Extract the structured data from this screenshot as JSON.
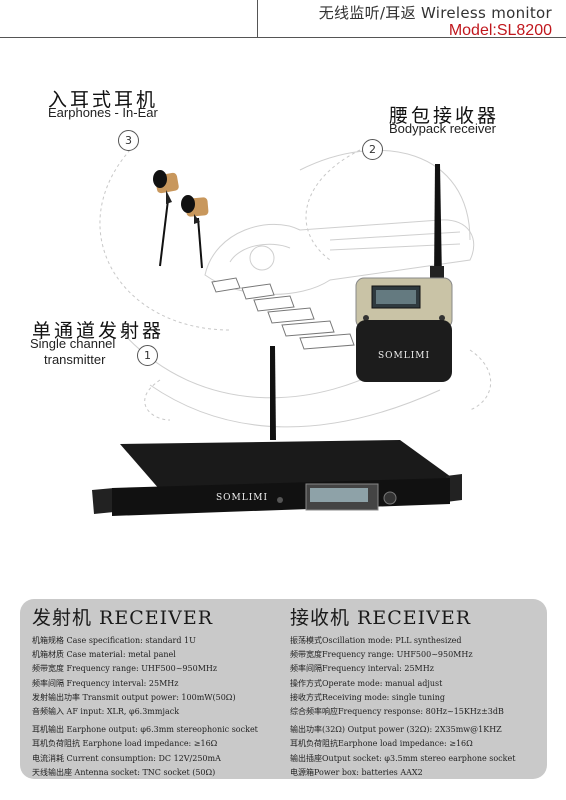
{
  "header": {
    "subtitle": "无线监听/耳返 Wireless monitor",
    "model": "Model:SL8200",
    "accent_color": "#c0171d"
  },
  "callouts": {
    "earphones": {
      "number": "3",
      "label_cn": "入耳式耳机",
      "label_en": "Earphones - In-Ear"
    },
    "bodypack": {
      "number": "2",
      "label_cn": "腰包接收器",
      "label_en": "Bodypack receiver"
    },
    "transmitter": {
      "number": "1",
      "label_cn": "单通道发射器",
      "label_en_line1": "Single channel",
      "label_en_line2": "transmitter"
    }
  },
  "products": {
    "receiver_brand": "SOMLIMI",
    "transmitter_brand": "SOMLIMI"
  },
  "specs": {
    "left_title": "发射机 RECEIVER",
    "left_lines": [
      "机箱规格 Case specification: standard 1U",
      "机箱材质 Case material: metal panel",
      "频带宽度 Frequency range: UHF500~950MHz",
      "频率间隔 Frequency interval: 25MHz",
      "发射输出功率 Transmit output power: 100mW(50Ω)",
      "音频输入 AF input:  XLR, φ6.3mmjack"
    ],
    "left_lines_2": [
      "耳机输出 Earphone output: φ6.3mm stereophonic socket",
      "耳机负荷阻抗 Earphone load impedance: ≥16Ω",
      "电流消耗 Current consumption:  DC 12V/250mA",
      "天线输出座 Antenna socket: TNC socket (50Ω)"
    ],
    "right_title": "接收机 RECEIVER",
    "right_lines": [
      "振荡模式Oscillation mode: PLL synthesized",
      "频带宽度Frequency range: UHF500~950MHz",
      "频率间隔Frequency interval: 25MHz",
      "操作方式Operate mode: manual adjust",
      "接收方式Receiving mode: single tuning",
      "综合频率响应Frequency response: 80Hz~15KHz±3dB"
    ],
    "right_lines_2": [
      "输出功率(32Ω) Output power (32Ω): 2X35mw@1KHZ",
      "耳机负荷阻抗Earphone load impedance: ≥16Ω",
      "输出插座Output socket: φ3.5mm  stereo earphone socket",
      "电源箱Power box: batteries AAX2"
    ]
  }
}
